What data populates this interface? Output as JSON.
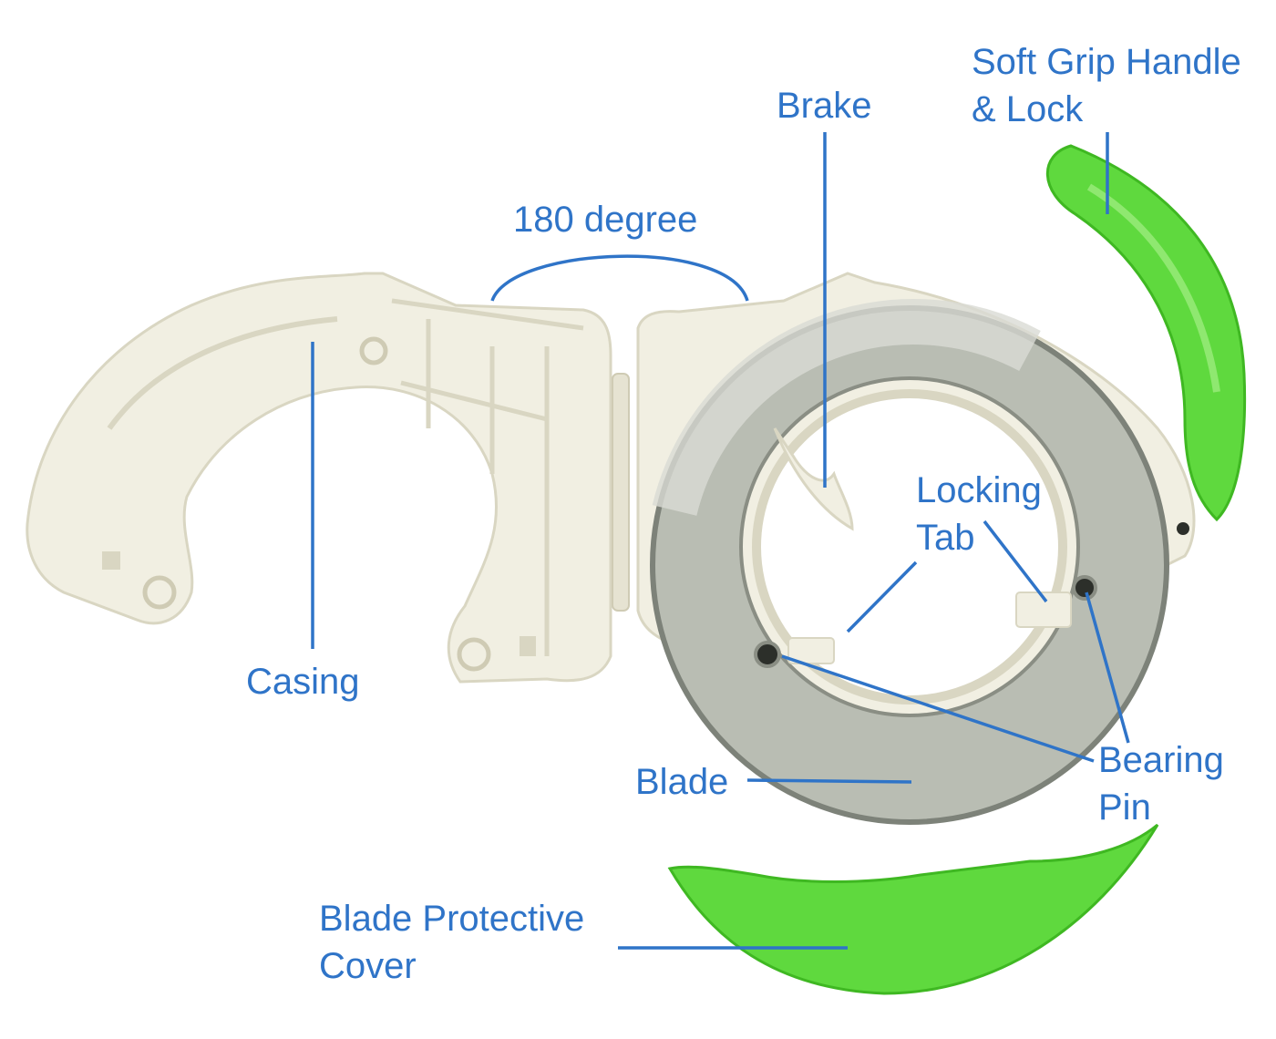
{
  "colors": {
    "label": "#2f74c8",
    "casing": "#f1efe2",
    "casing_shade": "#d9d6c2",
    "blade": "#b9bdb3",
    "blade_edge": "#7d8279",
    "grip": "#5fd93e",
    "grip_dark": "#3fb822"
  },
  "labels": {
    "soft_grip": [
      "Soft Grip Handle",
      "& Lock"
    ],
    "brake": "Brake",
    "angle": "180 degree",
    "locking_tab": [
      "Locking",
      "Tab"
    ],
    "casing": "Casing",
    "blade": "Blade",
    "bearing_pin": [
      "Bearing",
      "Pin"
    ],
    "protective_cover": [
      "Blade Protective",
      "Cover"
    ]
  },
  "icons": [
    "hinge-icon",
    "bearing-pin-icon"
  ]
}
